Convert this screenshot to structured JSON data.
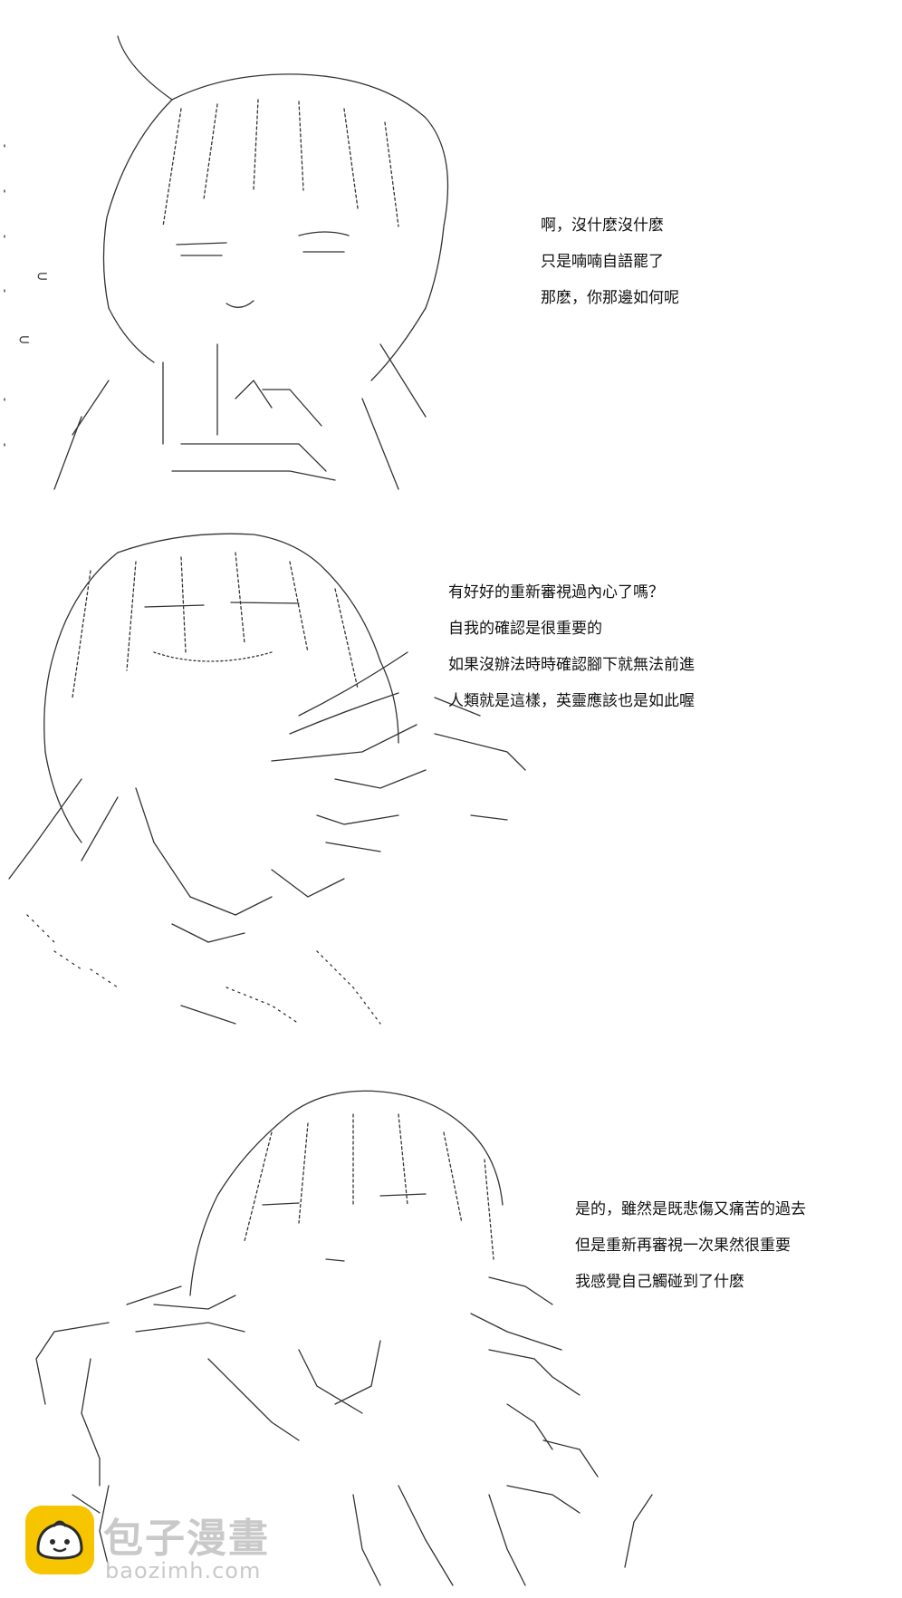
{
  "panels": [
    {
      "lines": [
        "啊，沒什麽沒什麽",
        "只是喃喃自語罷了",
        "那麽，你那邊如何呢"
      ]
    },
    {
      "lines": [
        "有好好的重新審視過內心了嗎？",
        "自我的確認是很重要的",
        "如果沒辦法時時確認腳下就無法前進",
        "人類就是這樣，英靈應該也是如此喔"
      ]
    },
    {
      "lines": [
        "是的，雖然是既悲傷又痛苦的過去",
        "但是重新再審視一次果然很重要",
        "我感覺自己觸碰到了什麽"
      ]
    }
  ],
  "watermark": {
    "title": "包子漫畫",
    "url": "baozimh.com",
    "icon": "bun-mascot-icon",
    "logo_color": "#f6c500",
    "text_color": "#c9c9c9"
  }
}
